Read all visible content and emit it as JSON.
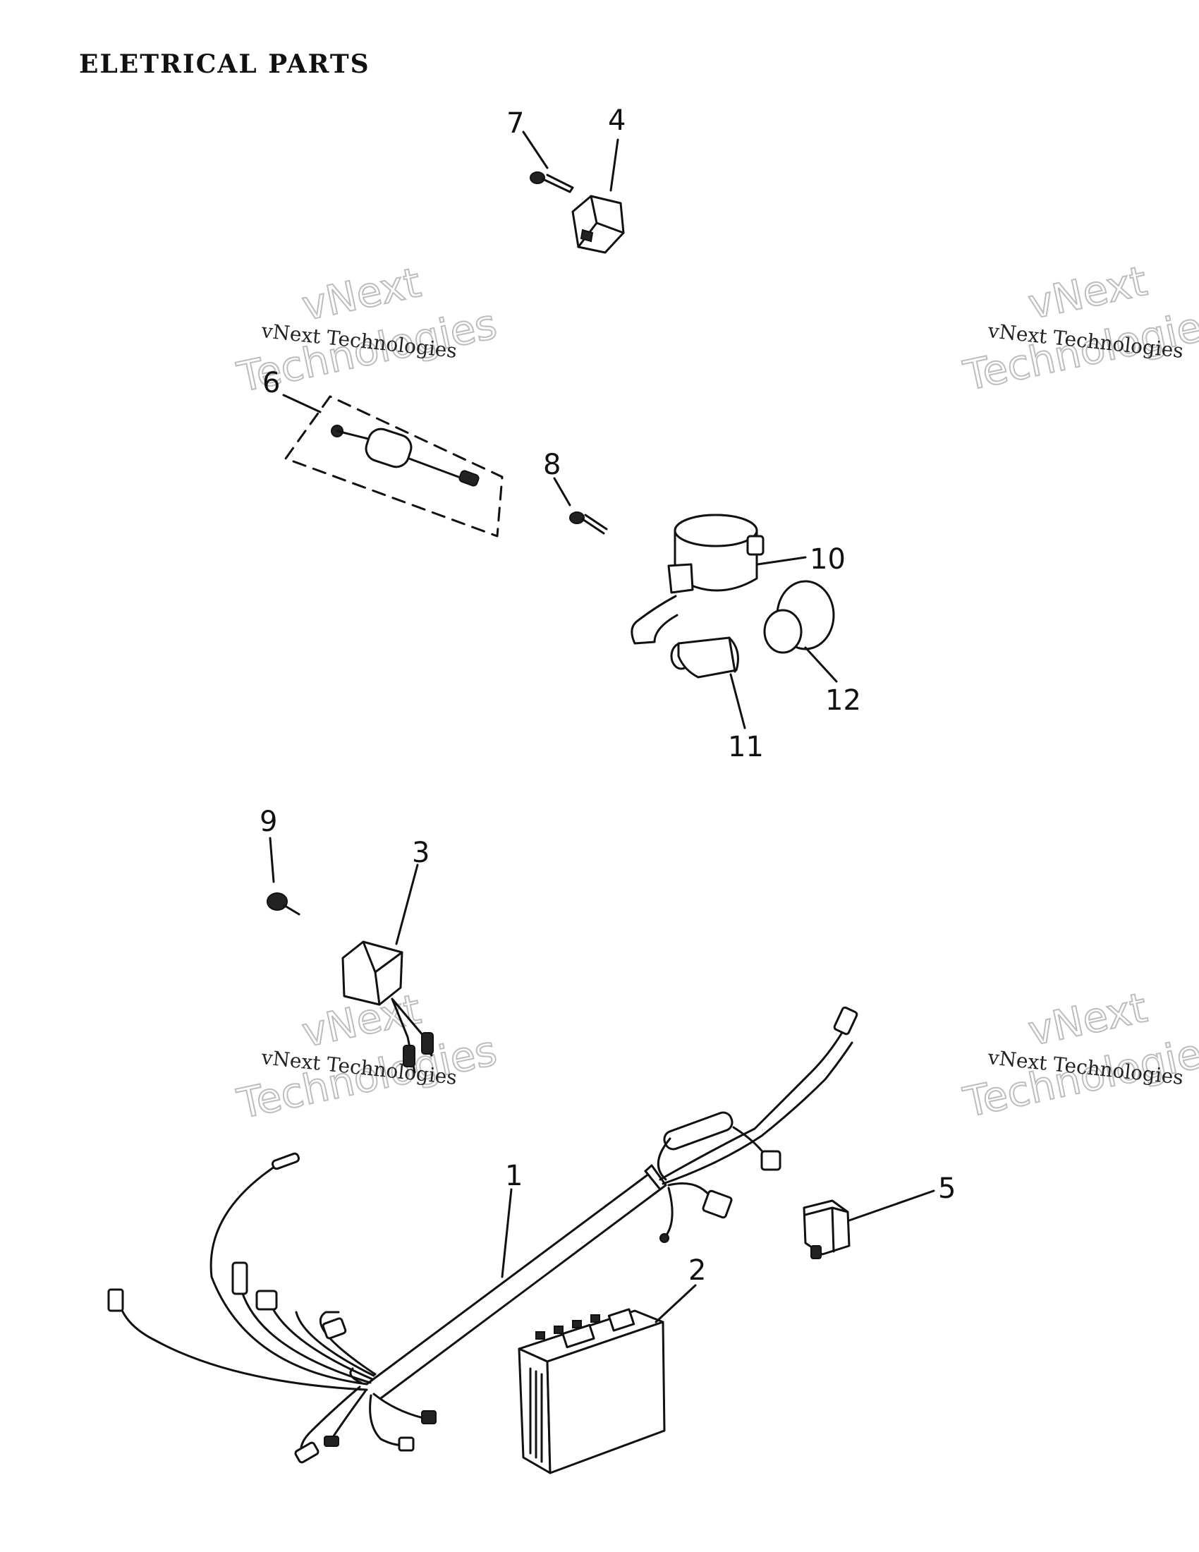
{
  "title": "ELETRICAL PARTS",
  "watermark": {
    "line1": "vNext",
    "line2": "Technologies",
    "small": "vNext Technologies"
  },
  "callouts": {
    "c1": "1",
    "c2": "2",
    "c3": "3",
    "c4": "4",
    "c5": "5",
    "c6": "6",
    "c7": "7",
    "c8": "8",
    "c9": "9",
    "c10": "10",
    "c11": "11",
    "c12": "12"
  }
}
